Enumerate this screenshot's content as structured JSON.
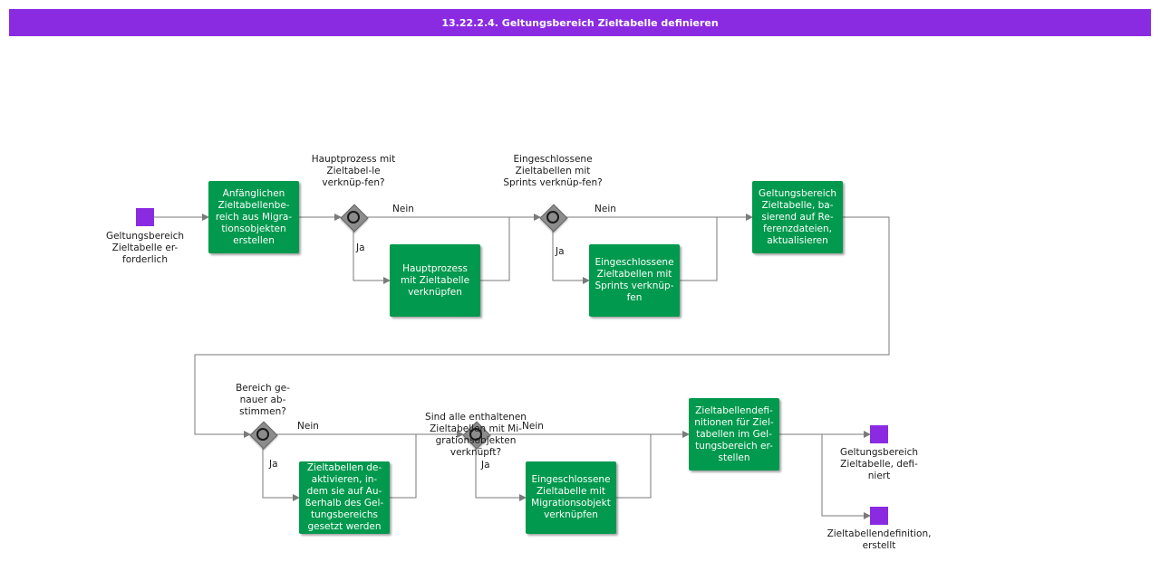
{
  "title": "13.22.2.4. Geltungsbereich Zieltabelle definieren",
  "colors": {
    "header": "#8a2be2",
    "task": "#00994d",
    "event": "#8a2be2",
    "gateway": "#8c8c8c",
    "flow": "#7a7a7a"
  },
  "events": {
    "start": "Geltungsbereich Zieltabelle er-forderlich",
    "end_scope": "Geltungsbereich Zieltabelle, defi-niert",
    "end_definition": "Zieltabellendefinition, erstellt"
  },
  "tasks": {
    "t1": "Anfänglichen Zieltabellenbe-reich aus Migra-tionsobjekten erstellen",
    "t2": "Hauptprozess mit Zieltabelle verknüpfen",
    "t3": "Eingeschlossene Zieltabellen mit Sprints verknüp-fen",
    "t4": "Geltungsbereich Zieltabelle, ba-sierend auf Re-ferenzdateien, aktualisieren",
    "t5": "Zieltabellen de-aktivieren, in-dem sie auf Au-ßerhalb des Gel-tungsbereichs gesetzt werden",
    "t6": "Eingeschlossene Zieltabelle mit Migrationsobjekt verknüpfen",
    "t7": "Zieltabellendefi-nitionen für Ziel-tabellen im Gel-tungsbereich er-stellen"
  },
  "gateways": {
    "g1": "Hauptprozess mit Zieltabel-le verknüp-fen?",
    "g2": "Eingeschlossene Zieltabellen mit Sprints verknüp-fen?",
    "g3": "Bereich ge-nauer ab-stimmen?",
    "g4": "Sind alle enthaltenen Zieltabellen mit Mi-grationsobjekten verknüpft?"
  },
  "edge_labels": {
    "nein": "Nein",
    "ja": "Ja"
  }
}
